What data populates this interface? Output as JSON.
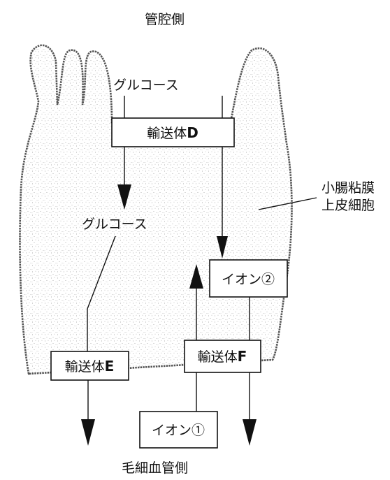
{
  "labels": {
    "lumen_side": "管腔側",
    "capillary_side": "毛細血管側",
    "glucose_top": "グルコース",
    "glucose_mid": "グルコース",
    "cell_line1": "小腸粘膜",
    "cell_line2": "上皮細胞"
  },
  "boxes": {
    "transporter_d": {
      "prefix": "輸送体",
      "letter": "D"
    },
    "transporter_e": {
      "prefix": "輸送体",
      "letter": "E"
    },
    "transporter_f": {
      "prefix": "輸送体",
      "letter": "F"
    },
    "ion_1": "イオン①",
    "ion_2": "イオン②"
  },
  "colors": {
    "ink": "#111111",
    "stipple": "#9a9a9a",
    "background": "#ffffff"
  }
}
